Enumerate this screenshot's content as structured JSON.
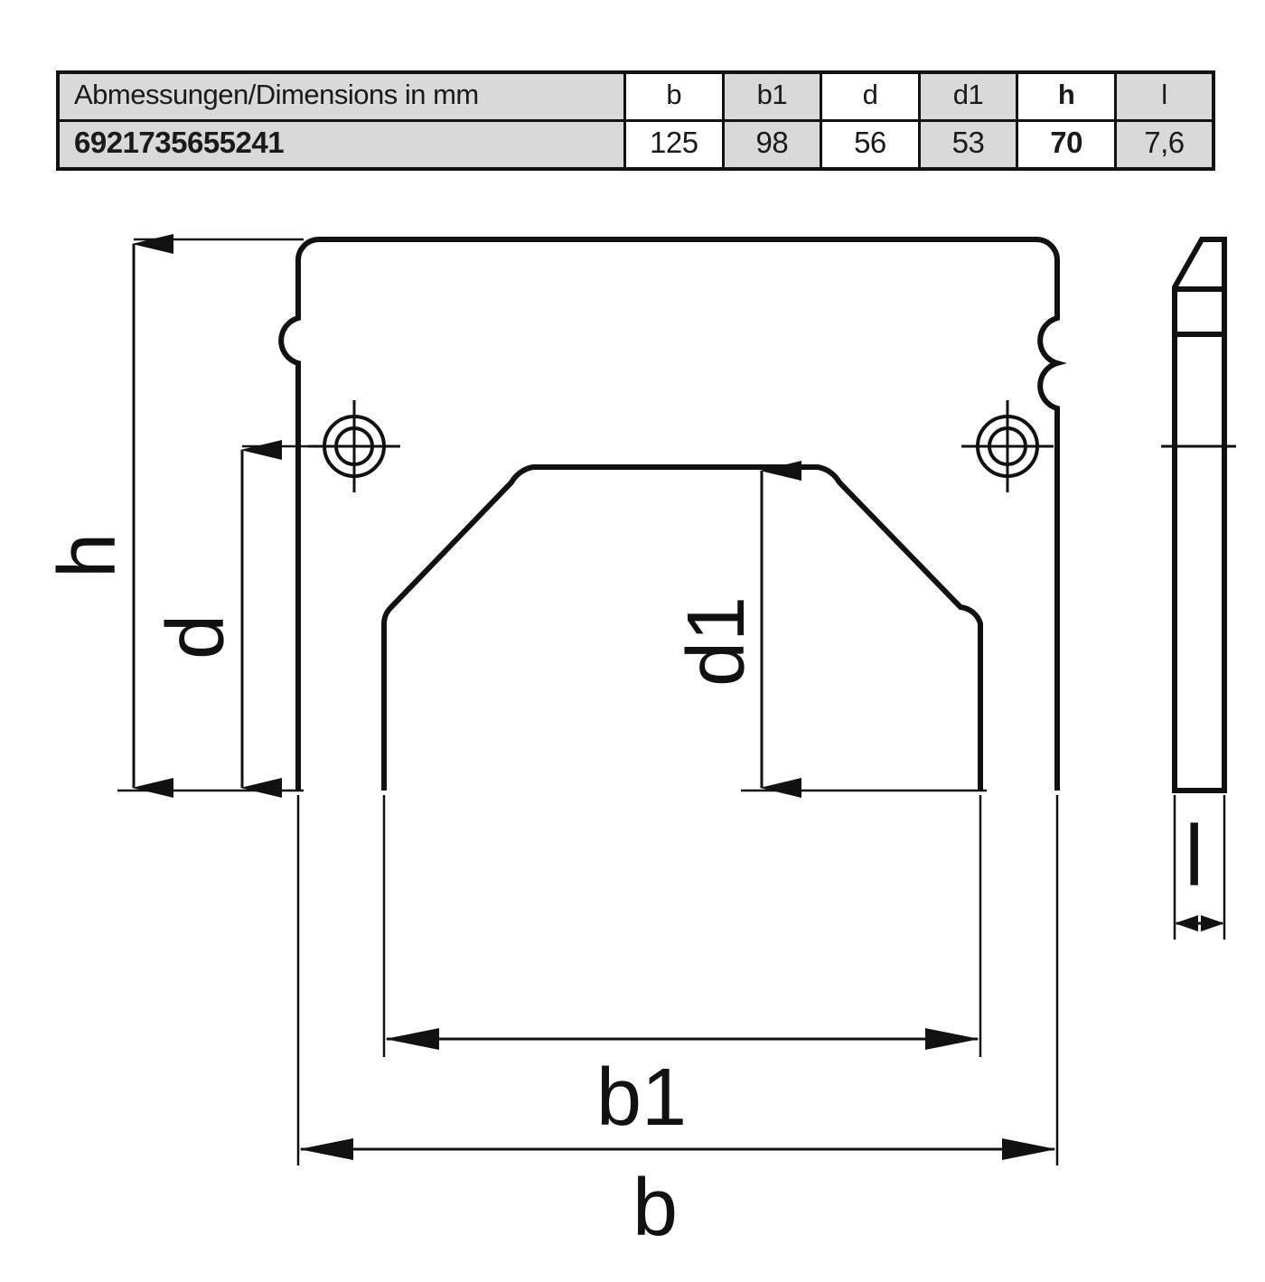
{
  "table": {
    "header": {
      "name_label": "Abmessungen/Dimensions in mm",
      "columns": [
        "b",
        "b1",
        "d",
        "d1",
        "h",
        "l"
      ]
    },
    "row": {
      "part_number": "6921735655241",
      "values": [
        "125",
        "98",
        "56",
        "53",
        "70",
        "7,6"
      ]
    },
    "bold_column": "h",
    "colors": {
      "gray": "#d9d9d9",
      "white": "#ffffff",
      "border": "#111111"
    }
  },
  "drawing": {
    "title": "technical-part-drawing",
    "views": {
      "front": "front-view",
      "side": "side-view"
    },
    "dimension_labels": {
      "h": "h",
      "d": "d",
      "d1": "d1",
      "b1": "b1",
      "b": "b",
      "l": "l"
    },
    "features": {
      "mounting_holes": 2,
      "left_notch_scallops": 1,
      "right_notch_scallops": 2,
      "center_cutout": "arch-cutout"
    }
  }
}
